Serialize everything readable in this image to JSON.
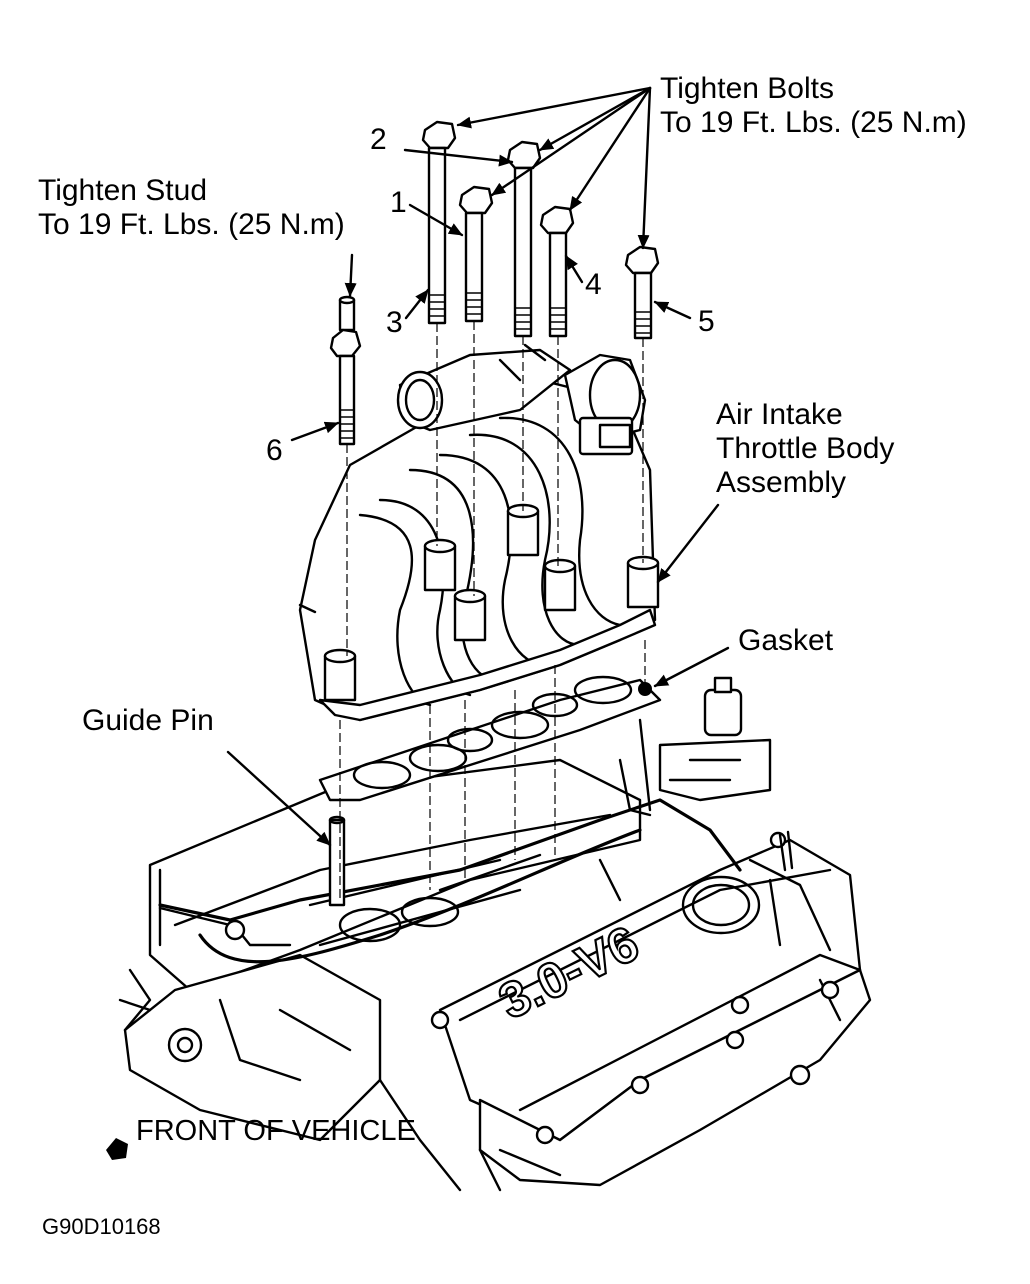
{
  "labels": {
    "tighten_bolts_line1": "Tighten Bolts",
    "tighten_bolts_line2": "To 19 Ft. Lbs. (25 N.m)",
    "tighten_stud_line1": "Tighten Stud",
    "tighten_stud_line2": "To 19 Ft. Lbs. (25 N.m)",
    "air_intake_line1": "Air Intake",
    "air_intake_line2": "Throttle Body",
    "air_intake_line3": "Assembly",
    "gasket": "Gasket",
    "guide_pin": "Guide Pin",
    "front_of_vehicle": "FRONT OF VEHICLE",
    "engine_badge": "3.0-V6",
    "figure_code": "G90D10168"
  },
  "bolt_numbers": [
    "1",
    "2",
    "3",
    "4",
    "5",
    "6"
  ],
  "icons": {
    "front_marker": "arrow-bullet-icon"
  },
  "colors": {
    "ink": "#000000",
    "paper": "#ffffff"
  }
}
